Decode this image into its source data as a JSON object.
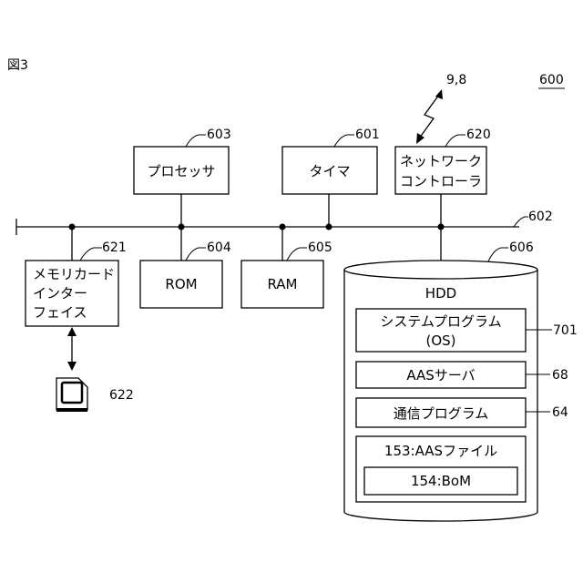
{
  "figure_label": "図3",
  "system_ref": "600",
  "external_ref": "9,8",
  "bus_ref": "602",
  "components": {
    "processor": {
      "label": "プロセッサ",
      "ref": "603"
    },
    "timer": {
      "label": "タイマ",
      "ref": "601"
    },
    "network_controller": {
      "label_line1": "ネットワーク",
      "label_line2": "コントローラ",
      "ref": "620"
    },
    "memory_card_interface": {
      "label_line1": "メモリカード",
      "label_line2": "インター",
      "label_line3": "フェイス",
      "ref": "621"
    },
    "memory_card": {
      "ref": "622"
    },
    "rom": {
      "label": "ROM",
      "ref": "604"
    },
    "ram": {
      "label": "RAM",
      "ref": "605"
    },
    "hdd": {
      "label": "HDD",
      "ref": "606",
      "system_program": {
        "label_line1": "システムプログラム",
        "label_line2": "(OS)",
        "ref": "701"
      },
      "aas_server": {
        "label": "AASサーバ",
        "ref": "68"
      },
      "comm_program": {
        "label": "通信プログラム",
        "ref": "64"
      },
      "aas_file": {
        "label": "153:AASファイル"
      },
      "bom": {
        "label": "154:BoM"
      }
    }
  }
}
